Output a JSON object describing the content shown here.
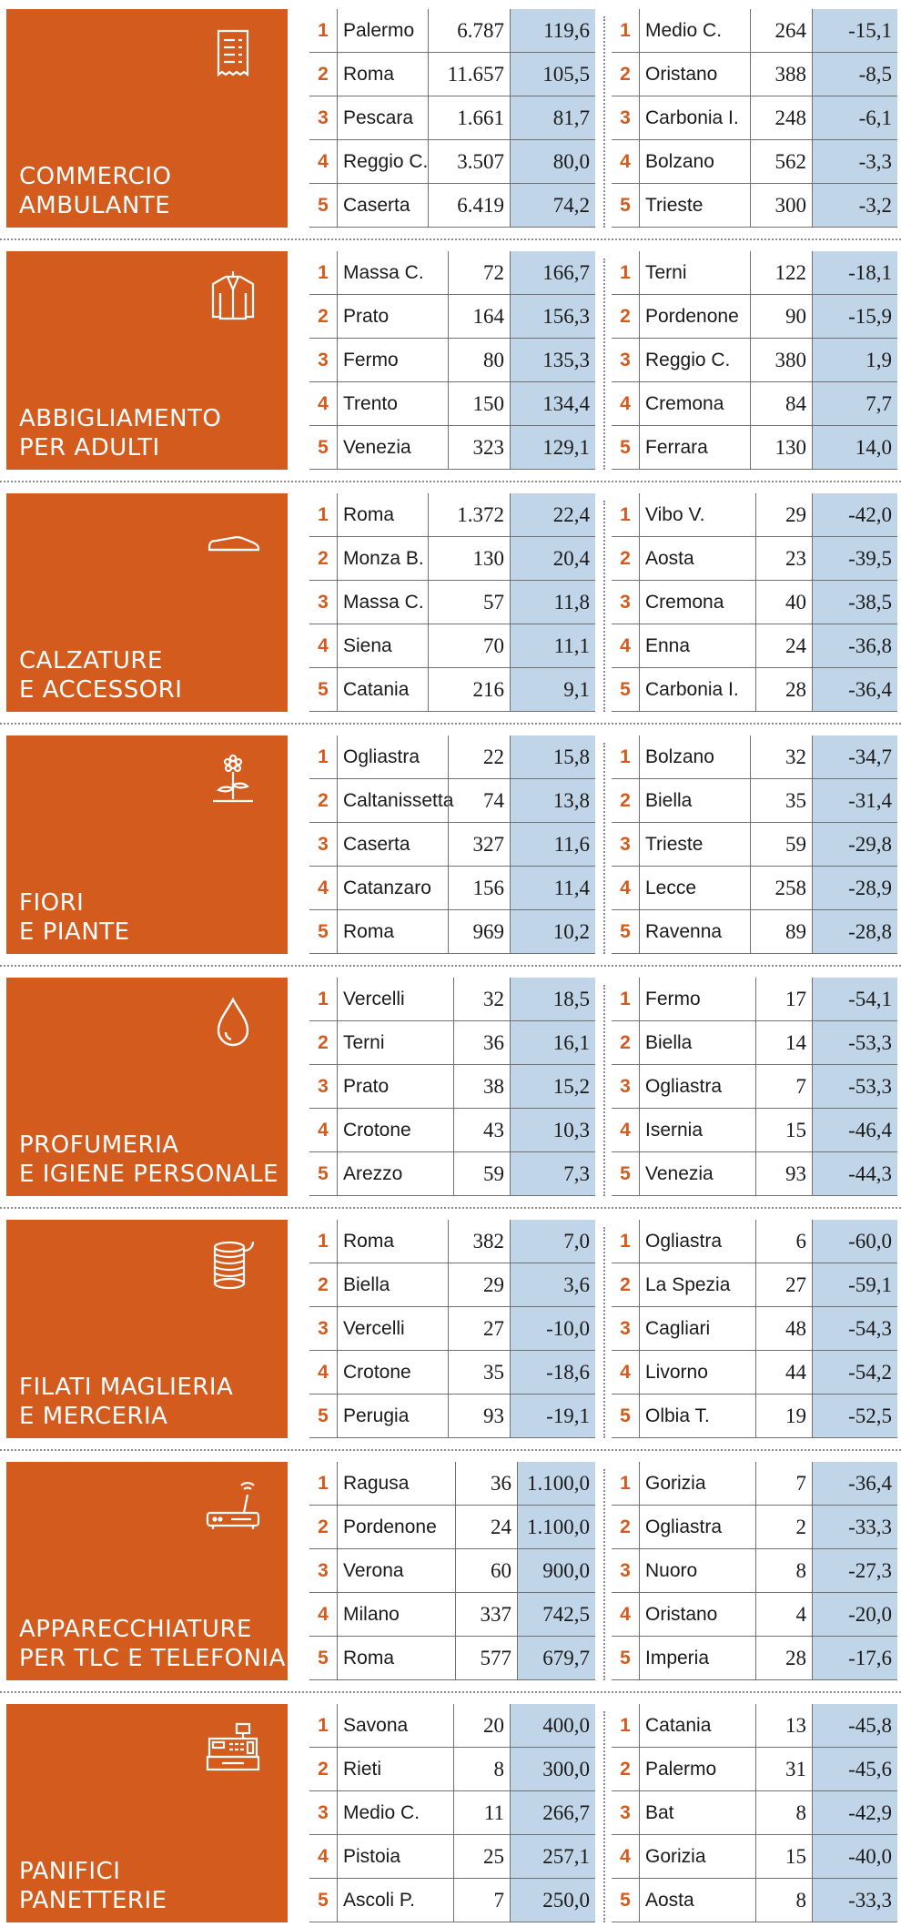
{
  "sections": [
    {
      "title": [
        "COMMERCIO",
        "AMBULANTE"
      ],
      "icon": "receipt-icon",
      "left": [
        {
          "rank": "1",
          "city": "Palermo",
          "value": "6.787",
          "pct": "119,6"
        },
        {
          "rank": "2",
          "city": "Roma",
          "value": "11.657",
          "pct": "105,5"
        },
        {
          "rank": "3",
          "city": "Pescara",
          "value": "1.661",
          "pct": "81,7"
        },
        {
          "rank": "4",
          "city": "Reggio C.",
          "value": "3.507",
          "pct": "80,0"
        },
        {
          "rank": "5",
          "city": "Caserta",
          "value": "6.419",
          "pct": "74,2"
        }
      ],
      "right": [
        {
          "rank": "1",
          "city": "Medio C.",
          "value": "264",
          "pct": "-15,1"
        },
        {
          "rank": "2",
          "city": "Oristano",
          "value": "388",
          "pct": "-8,5"
        },
        {
          "rank": "3",
          "city": "Carbonia I.",
          "value": "248",
          "pct": "-6,1"
        },
        {
          "rank": "4",
          "city": "Bolzano",
          "value": "562",
          "pct": "-3,3"
        },
        {
          "rank": "5",
          "city": "Trieste",
          "value": "300",
          "pct": "-3,2"
        }
      ]
    },
    {
      "title": [
        "ABBIGLIAMENTO",
        "PER ADULTI"
      ],
      "icon": "jacket-icon",
      "left": [
        {
          "rank": "1",
          "city": "Massa C.",
          "value": "72",
          "pct": "166,7"
        },
        {
          "rank": "2",
          "city": "Prato",
          "value": "164",
          "pct": "156,3"
        },
        {
          "rank": "3",
          "city": "Fermo",
          "value": "80",
          "pct": "135,3"
        },
        {
          "rank": "4",
          "city": "Trento",
          "value": "150",
          "pct": "134,4"
        },
        {
          "rank": "5",
          "city": "Venezia",
          "value": "323",
          "pct": "129,1"
        }
      ],
      "right": [
        {
          "rank": "1",
          "city": "Terni",
          "value": "122",
          "pct": "-18,1"
        },
        {
          "rank": "2",
          "city": "Pordenone",
          "value": "90",
          "pct": "-15,9"
        },
        {
          "rank": "3",
          "city": "Reggio C.",
          "value": "380",
          "pct": "1,9"
        },
        {
          "rank": "4",
          "city": "Cremona",
          "value": "84",
          "pct": "7,7"
        },
        {
          "rank": "5",
          "city": "Ferrara",
          "value": "130",
          "pct": "14,0"
        }
      ]
    },
    {
      "title": [
        "CALZATURE",
        "E ACCESSORI"
      ],
      "icon": "shoe-icon",
      "left": [
        {
          "rank": "1",
          "city": "Roma",
          "value": "1.372",
          "pct": "22,4"
        },
        {
          "rank": "2",
          "city": "Monza B.",
          "value": "130",
          "pct": "20,4"
        },
        {
          "rank": "3",
          "city": "Massa C.",
          "value": "57",
          "pct": "11,8"
        },
        {
          "rank": "4",
          "city": "Siena",
          "value": "70",
          "pct": "11,1"
        },
        {
          "rank": "5",
          "city": "Catania",
          "value": "216",
          "pct": "9,1"
        }
      ],
      "right": [
        {
          "rank": "1",
          "city": "Vibo V.",
          "value": "29",
          "pct": "-42,0"
        },
        {
          "rank": "2",
          "city": "Aosta",
          "value": "23",
          "pct": "-39,5"
        },
        {
          "rank": "3",
          "city": "Cremona",
          "value": "40",
          "pct": "-38,5"
        },
        {
          "rank": "4",
          "city": "Enna",
          "value": "24",
          "pct": "-36,8"
        },
        {
          "rank": "5",
          "city": "Carbonia I.",
          "value": "28",
          "pct": "-36,4"
        }
      ]
    },
    {
      "title": [
        "FIORI",
        "E PIANTE"
      ],
      "icon": "flower-icon",
      "left": [
        {
          "rank": "1",
          "city": "Ogliastra",
          "value": "22",
          "pct": "15,8"
        },
        {
          "rank": "2",
          "city": "Caltanissetta",
          "value": "74",
          "pct": "13,8"
        },
        {
          "rank": "3",
          "city": "Caserta",
          "value": "327",
          "pct": "11,6"
        },
        {
          "rank": "4",
          "city": "Catanzaro",
          "value": "156",
          "pct": "11,4"
        },
        {
          "rank": "5",
          "city": "Roma",
          "value": "969",
          "pct": "10,2"
        }
      ],
      "right": [
        {
          "rank": "1",
          "city": "Bolzano",
          "value": "32",
          "pct": "-34,7"
        },
        {
          "rank": "2",
          "city": "Biella",
          "value": "35",
          "pct": "-31,4"
        },
        {
          "rank": "3",
          "city": "Trieste",
          "value": "59",
          "pct": "-29,8"
        },
        {
          "rank": "4",
          "city": "Lecce",
          "value": "258",
          "pct": "-28,9"
        },
        {
          "rank": "5",
          "city": "Ravenna",
          "value": "89",
          "pct": "-28,8"
        }
      ]
    },
    {
      "title": [
        "PROFUMERIA",
        "E IGIENE PERSONALE"
      ],
      "icon": "drop-icon",
      "left": [
        {
          "rank": "1",
          "city": "Vercelli",
          "value": "32",
          "pct": "18,5"
        },
        {
          "rank": "2",
          "city": "Terni",
          "value": "36",
          "pct": "16,1"
        },
        {
          "rank": "3",
          "city": "Prato",
          "value": "38",
          "pct": "15,2"
        },
        {
          "rank": "4",
          "city": "Crotone",
          "value": "43",
          "pct": "10,3"
        },
        {
          "rank": "5",
          "city": "Arezzo",
          "value": "59",
          "pct": "7,3"
        }
      ],
      "right": [
        {
          "rank": "1",
          "city": "Fermo",
          "value": "17",
          "pct": "-54,1"
        },
        {
          "rank": "2",
          "city": "Biella",
          "value": "14",
          "pct": "-53,3"
        },
        {
          "rank": "3",
          "city": "Ogliastra",
          "value": "7",
          "pct": "-53,3"
        },
        {
          "rank": "4",
          "city": "Isernia",
          "value": "15",
          "pct": "-46,4"
        },
        {
          "rank": "5",
          "city": "Venezia",
          "value": "93",
          "pct": "-44,3"
        }
      ]
    },
    {
      "title": [
        "FILATI MAGLIERIA",
        "E MERCERIA"
      ],
      "icon": "thread-spool-icon",
      "left": [
        {
          "rank": "1",
          "city": "Roma",
          "value": "382",
          "pct": "7,0"
        },
        {
          "rank": "2",
          "city": "Biella",
          "value": "29",
          "pct": "3,6"
        },
        {
          "rank": "3",
          "city": "Vercelli",
          "value": "27",
          "pct": "-10,0"
        },
        {
          "rank": "4",
          "city": "Crotone",
          "value": "35",
          "pct": "-18,6"
        },
        {
          "rank": "5",
          "city": "Perugia",
          "value": "93",
          "pct": "-19,1"
        }
      ],
      "right": [
        {
          "rank": "1",
          "city": "Ogliastra",
          "value": "6",
          "pct": "-60,0"
        },
        {
          "rank": "2",
          "city": "La Spezia",
          "value": "27",
          "pct": "-59,1"
        },
        {
          "rank": "3",
          "city": "Cagliari",
          "value": "48",
          "pct": "-54,3"
        },
        {
          "rank": "4",
          "city": "Livorno",
          "value": "44",
          "pct": "-54,2"
        },
        {
          "rank": "5",
          "city": "Olbia T.",
          "value": "19",
          "pct": "-52,5"
        }
      ]
    },
    {
      "title": [
        "APPARECCHIATURE",
        "PER TLC E TELEFONIA"
      ],
      "icon": "router-icon",
      "left": [
        {
          "rank": "1",
          "city": "Ragusa",
          "value": "36",
          "pct": "1.100,0"
        },
        {
          "rank": "2",
          "city": "Pordenone",
          "value": "24",
          "pct": "1.100,0"
        },
        {
          "rank": "3",
          "city": "Verona",
          "value": "60",
          "pct": "900,0"
        },
        {
          "rank": "4",
          "city": "Milano",
          "value": "337",
          "pct": "742,5"
        },
        {
          "rank": "5",
          "city": "Roma",
          "value": "577",
          "pct": "679,7"
        }
      ],
      "right": [
        {
          "rank": "1",
          "city": "Gorizia",
          "value": "7",
          "pct": "-36,4"
        },
        {
          "rank": "2",
          "city": "Ogliastra",
          "value": "2",
          "pct": "-33,3"
        },
        {
          "rank": "3",
          "city": "Nuoro",
          "value": "8",
          "pct": "-27,3"
        },
        {
          "rank": "4",
          "city": "Oristano",
          "value": "4",
          "pct": "-20,0"
        },
        {
          "rank": "5",
          "city": "Imperia",
          "value": "28",
          "pct": "-17,6"
        }
      ]
    },
    {
      "title": [
        "PANIFICI",
        "PANETTERIE"
      ],
      "icon": "cash-register-icon",
      "left": [
        {
          "rank": "1",
          "city": "Savona",
          "value": "20",
          "pct": "400,0"
        },
        {
          "rank": "2",
          "city": "Rieti",
          "value": "8",
          "pct": "300,0"
        },
        {
          "rank": "3",
          "city": "Medio C.",
          "value": "11",
          "pct": "266,7"
        },
        {
          "rank": "4",
          "city": "Pistoia",
          "value": "25",
          "pct": "257,1"
        },
        {
          "rank": "5",
          "city": "Ascoli P.",
          "value": "7",
          "pct": "250,0"
        }
      ],
      "right": [
        {
          "rank": "1",
          "city": "Catania",
          "value": "13",
          "pct": "-45,8"
        },
        {
          "rank": "2",
          "city": "Palermo",
          "value": "31",
          "pct": "-45,6"
        },
        {
          "rank": "3",
          "city": "Bat",
          "value": "8",
          "pct": "-42,9"
        },
        {
          "rank": "4",
          "city": "Gorizia",
          "value": "15",
          "pct": "-40,0"
        },
        {
          "rank": "5",
          "city": "Aosta",
          "value": "8",
          "pct": "-33,3"
        }
      ]
    }
  ]
}
